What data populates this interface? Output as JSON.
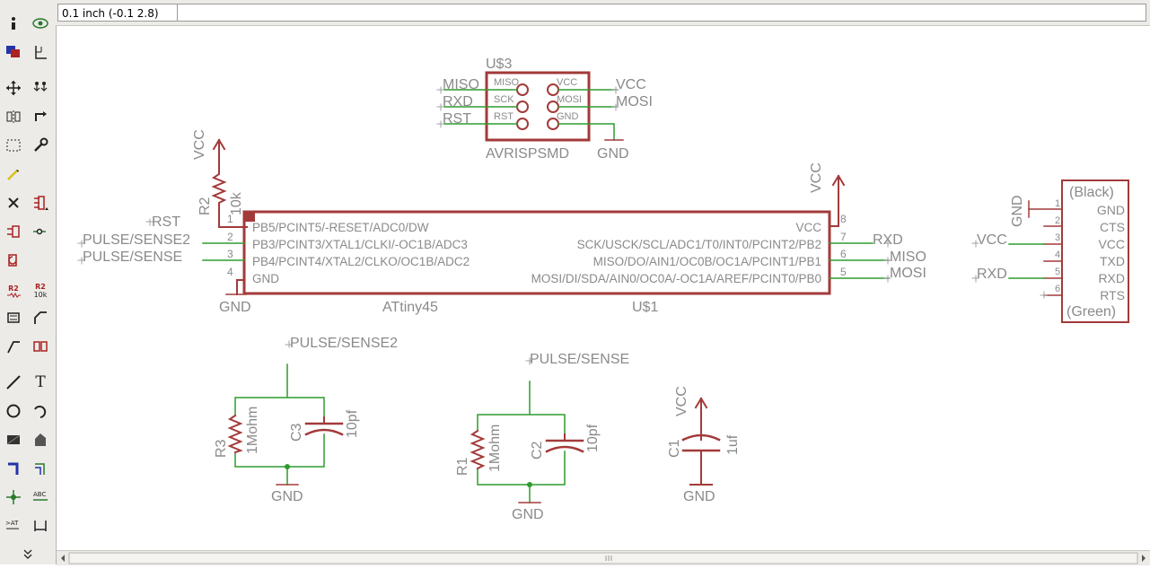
{
  "coordinate_readout": "0.1 inch (-0.1 2.8)",
  "command_input": "",
  "toolbar": {
    "tools": [
      {
        "name": "info-icon"
      },
      {
        "name": "show-icon"
      },
      {
        "name": "display-layers-icon"
      },
      {
        "name": "mark-icon"
      },
      {
        "name": "move-icon"
      },
      {
        "name": "copy-icon"
      },
      {
        "name": "mirror-icon"
      },
      {
        "name": "rotate-icon"
      },
      {
        "name": "group-icon"
      },
      {
        "name": "change-icon"
      },
      {
        "name": "paste-icon"
      },
      {
        "name": "delete-icon"
      },
      {
        "name": "add-icon"
      },
      {
        "name": "pinswap-icon"
      },
      {
        "name": "gateswap-icon"
      },
      {
        "name": "replace-icon"
      },
      {
        "name": "name-icon"
      },
      {
        "name": "value-icon"
      },
      {
        "name": "smash-icon"
      },
      {
        "name": "miter-icon"
      },
      {
        "name": "split-icon"
      },
      {
        "name": "invoke-icon"
      },
      {
        "name": "wire-icon"
      },
      {
        "name": "text-icon"
      },
      {
        "name": "circle-icon"
      },
      {
        "name": "arc-icon"
      },
      {
        "name": "rect-icon"
      },
      {
        "name": "polygon-icon"
      },
      {
        "name": "bus-icon"
      },
      {
        "name": "net-icon"
      },
      {
        "name": "junction-icon"
      },
      {
        "name": "label-icon"
      },
      {
        "name": "attribute-icon"
      },
      {
        "name": "dimension-icon"
      },
      {
        "name": "more-tools-icon"
      }
    ],
    "text_glyph": "T",
    "name_glyph": "R2",
    "value_glyph": "10k"
  },
  "schematic": {
    "u3": {
      "name": "U$3",
      "value": "AVRISPSMD",
      "pins_left": [
        "MISO",
        "SCK",
        "RST"
      ],
      "pins_right": [
        "VCC",
        "MOSI",
        "GND"
      ],
      "nets_left": [
        "MISO",
        "RXD",
        "RST"
      ],
      "nets_right": [
        "VCC",
        "MOSI"
      ],
      "gnd": "GND"
    },
    "u1": {
      "name": "U$1",
      "value": "ATtiny45",
      "pins_left": [
        {
          "num": "1",
          "label": "PB5/PCINT5/-RESET/ADC0/DW"
        },
        {
          "num": "2",
          "label": "PB3/PCINT3/XTAL1/CLKI/-OC1B/ADC3"
        },
        {
          "num": "3",
          "label": "PB4/PCINT4/XTAL2/CLKO/OC1B/ADC2"
        },
        {
          "num": "4",
          "label": "GND"
        }
      ],
      "pins_right": [
        {
          "num": "8",
          "label": "VCC"
        },
        {
          "num": "7",
          "label": "SCK/USCK/SCL/ADC1/T0/INT0/PCINT2/PB2"
        },
        {
          "num": "6",
          "label": "MISO/DO/AIN1/OC0B/OC1A/PCINT1/PB1"
        },
        {
          "num": "5",
          "label": "MOSI/DI/SDA/AIN0/OC0A/-OC1A/AREF/PCINT0/PB0"
        }
      ],
      "nets_left": [
        "RST",
        "PULSE/SENSE2",
        "PULSE/SENSE"
      ],
      "nets_right": [
        "RXD",
        "MISO",
        "MOSI"
      ],
      "gnd": "GND",
      "vcc": "VCC"
    },
    "r2": {
      "name": "R2",
      "value": "10k",
      "vcc": "VCC"
    },
    "ftdi": {
      "top": "(Black)",
      "bottom": "(Green)",
      "pins": [
        {
          "num": "1",
          "label": "GND"
        },
        {
          "num": "2",
          "label": "CTS"
        },
        {
          "num": "3",
          "label": "VCC"
        },
        {
          "num": "4",
          "label": "TXD"
        },
        {
          "num": "5",
          "label": "RXD"
        },
        {
          "num": "6",
          "label": "RTS"
        }
      ],
      "nets": [
        "GND",
        "VCC",
        "RXD"
      ]
    },
    "sense2": {
      "net": "PULSE/SENSE2",
      "r_name": "R3",
      "r_value": "1Mohm",
      "c_name": "C3",
      "c_value": "10pf",
      "gnd": "GND"
    },
    "sense": {
      "net": "PULSE/SENSE",
      "r_name": "R1",
      "r_value": "1Mohm",
      "c_name": "C2",
      "c_value": "10pf",
      "gnd": "GND"
    },
    "c1": {
      "name": "C1",
      "value": "1uf",
      "vcc": "VCC",
      "gnd": "GND"
    }
  },
  "colors": {
    "wire": "#2e9b2e",
    "symbol": "#a33a3a",
    "text": "#8a8a8a",
    "junction": "#2e9b2e",
    "toolbar_bg": "#ecebe8"
  }
}
